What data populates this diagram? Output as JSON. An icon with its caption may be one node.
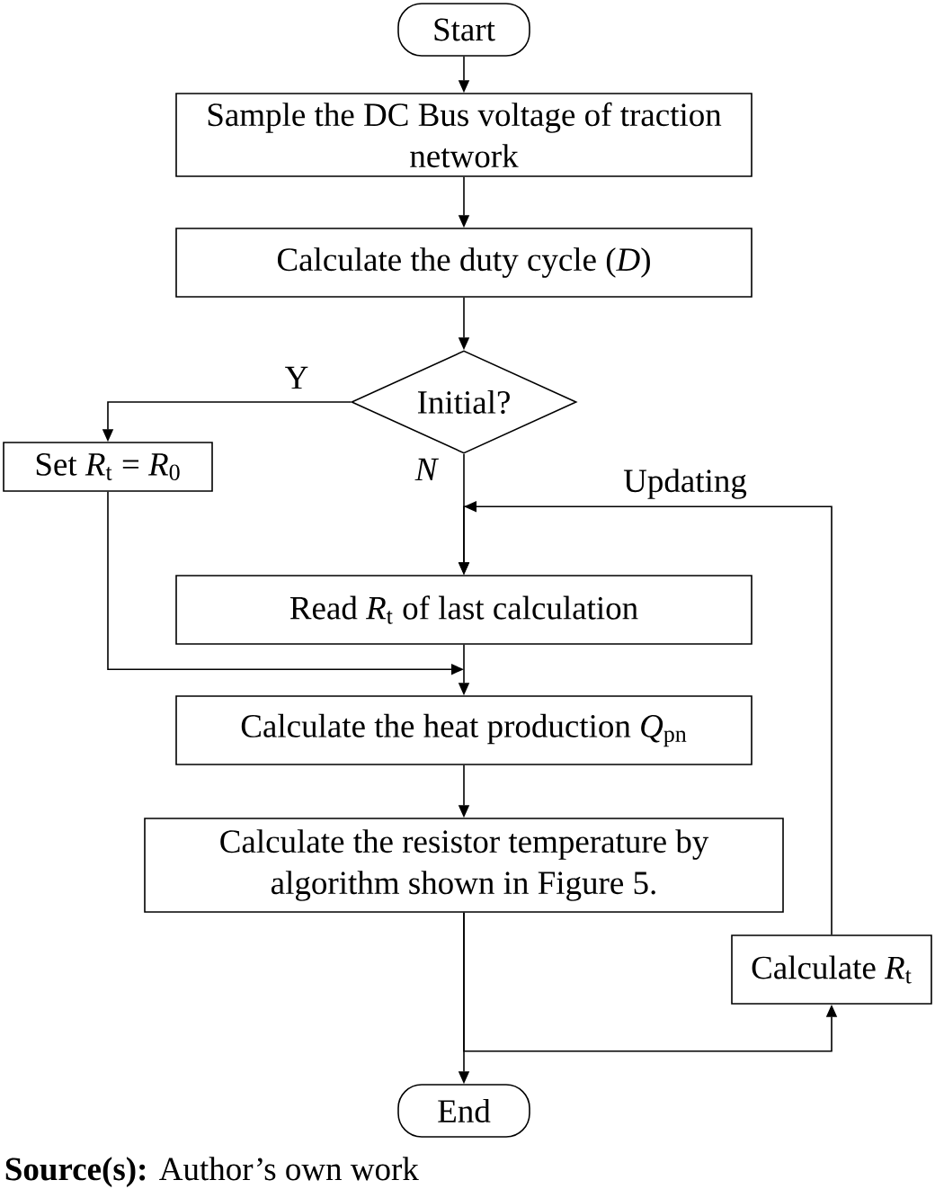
{
  "diagram": {
    "nodes": [
      {
        "text": [
          "Start"
        ]
      },
      {
        "text": [
          "Sample the DC Bus voltage of traction network"
        ]
      },
      {
        "text": [
          "Calculate the duty cycle (*D*)"
        ]
      },
      {
        "text": [
          "Initial?"
        ]
      },
      {
        "text": [
          "Set *R*$_{t}$ = *R*$_{0}$"
        ]
      },
      {
        "text": [
          "Read *R*$_{t}$ of last calculation"
        ]
      },
      {
        "text": [
          "Calculate the heat production *Q*$_{pn}$"
        ]
      },
      {
        "text": [
          "Calculate the resistor temperature by algorithm shown in Figure 5."
        ]
      },
      {
        "text": [
          "Calculate *R*$_{t}$"
        ]
      },
      {
        "text": [
          "End"
        ]
      }
    ],
    "edges": [
      {
        "from": 0,
        "to": 1,
        "arrow": "to"
      },
      {
        "from": 1,
        "to": 2,
        "arrow": "to"
      },
      {
        "from": 2,
        "to": 3,
        "arrow": "to"
      },
      {
        "from": 3,
        "to": 4,
        "arrow": "to",
        "label": "Y"
      },
      {
        "from": 3,
        "to": 5,
        "arrow": "to",
        "label": "N"
      },
      {
        "from": 8,
        "to": 5,
        "arrow": "to",
        "label": "Updating"
      },
      {
        "from": 4,
        "to": 6,
        "arrow": "to"
      },
      {
        "from": 5,
        "to": 6,
        "arrow": "to"
      },
      {
        "from": 6,
        "to": 7,
        "arrow": "to"
      },
      {
        "from": 7,
        "to": 9,
        "arrow": "to"
      },
      {
        "from": 7,
        "to": 8,
        "arrow": "to"
      }
    ],
    "caption": "**Source(s):** Author’s own work"
  }
}
